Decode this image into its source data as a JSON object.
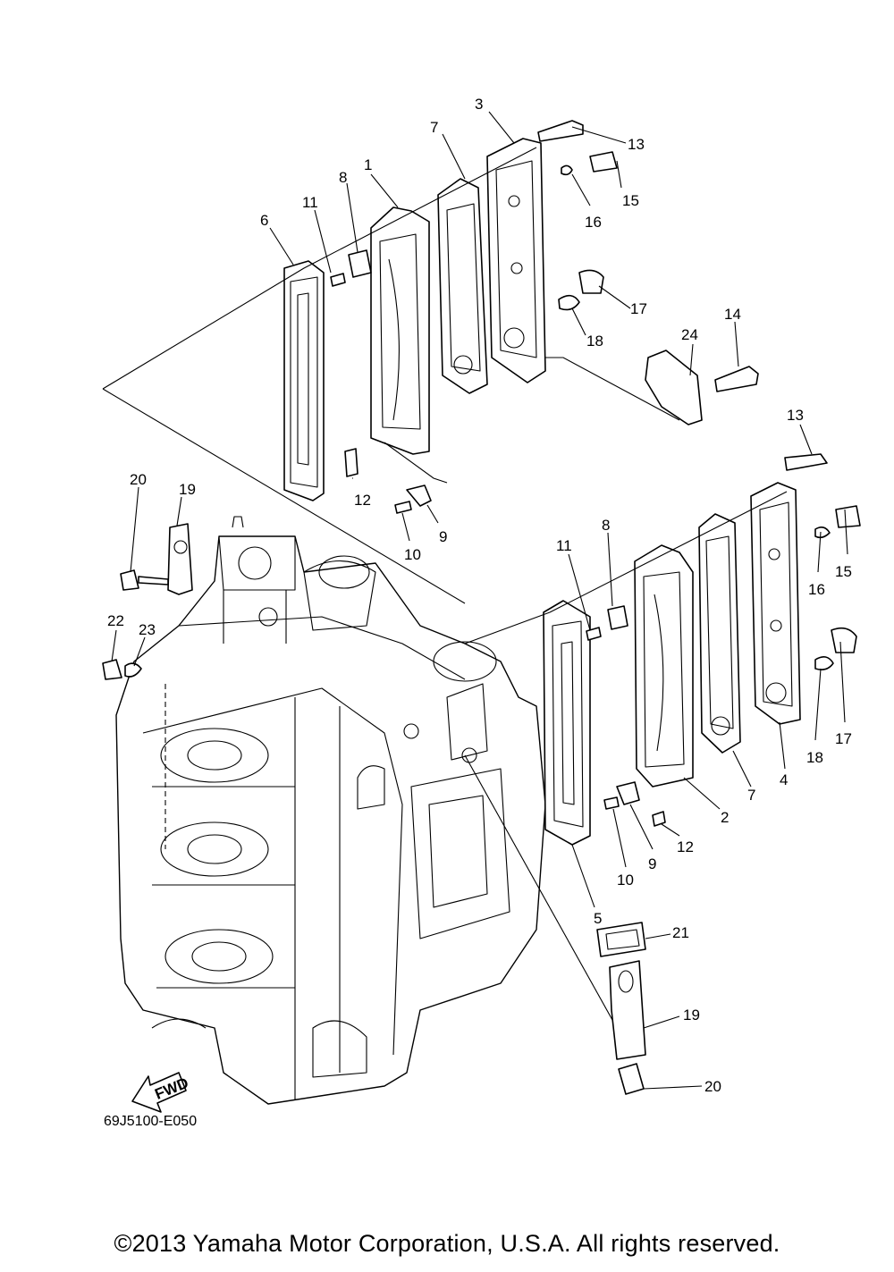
{
  "diagram_code": "69J5100-E050",
  "fwd_label": "FWD",
  "copyright": "©2013 Yamaha Motor Corporation, U.S.A. All rights reserved.",
  "callouts": [
    {
      "number": "3"
    },
    {
      "number": "13"
    },
    {
      "number": "7"
    },
    {
      "number": "15"
    },
    {
      "number": "1"
    },
    {
      "number": "16"
    },
    {
      "number": "8"
    },
    {
      "number": "11"
    },
    {
      "number": "6"
    },
    {
      "number": "17"
    },
    {
      "number": "18"
    },
    {
      "number": "14"
    },
    {
      "number": "24"
    },
    {
      "number": "13"
    },
    {
      "number": "12"
    },
    {
      "number": "9"
    },
    {
      "number": "10"
    },
    {
      "number": "20"
    },
    {
      "number": "19"
    },
    {
      "number": "11"
    },
    {
      "number": "8"
    },
    {
      "number": "15"
    },
    {
      "number": "16"
    },
    {
      "number": "22"
    },
    {
      "number": "23"
    },
    {
      "number": "17"
    },
    {
      "number": "18"
    },
    {
      "number": "4"
    },
    {
      "number": "7"
    },
    {
      "number": "2"
    },
    {
      "number": "12"
    },
    {
      "number": "9"
    },
    {
      "number": "10"
    },
    {
      "number": "5"
    },
    {
      "number": "21"
    },
    {
      "number": "19"
    },
    {
      "number": "20"
    }
  ]
}
